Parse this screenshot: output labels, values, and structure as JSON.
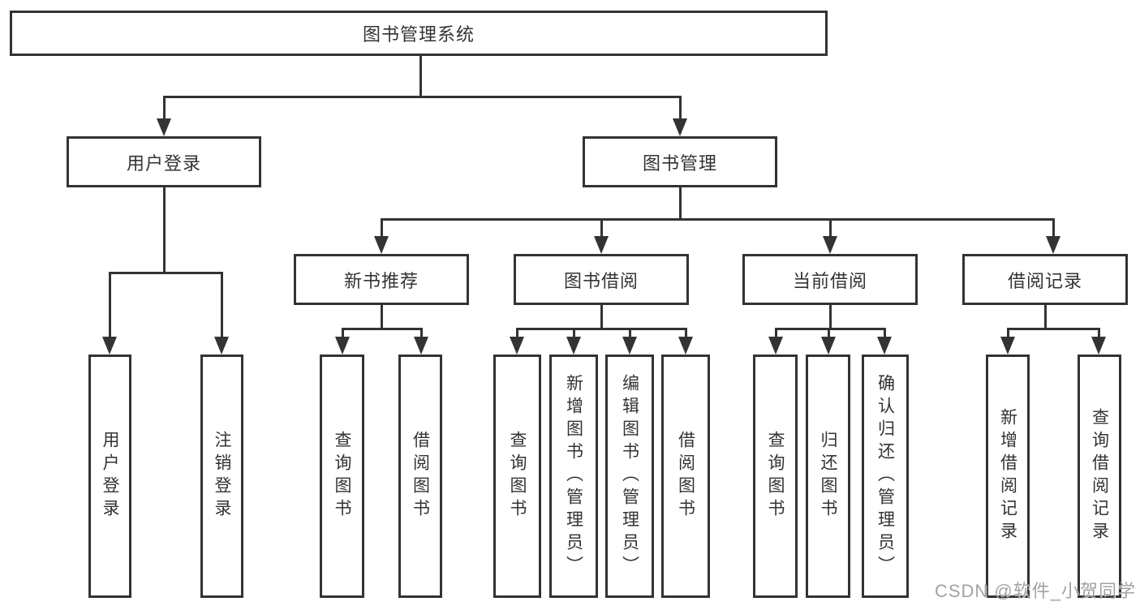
{
  "nodes": {
    "root": "图书管理系统",
    "user_login": "用户登录",
    "book_mgmt": "图书管理",
    "new_book_rec": "新书推荐",
    "book_borrow": "图书借阅",
    "current_borrow": "当前借阅",
    "borrow_record": "借阅记录",
    "user_login_leaf": "用户登录",
    "logout_leaf": "注销登录",
    "query_book_1": "查询图书",
    "borrow_book_1": "借阅图书",
    "query_book_2": "查询图书",
    "add_book": "新增图书（管理员）",
    "edit_book": "编辑图书（管理员）",
    "borrow_book_2": "借阅图书",
    "query_book_3": "查询图书",
    "return_book": "归还图书",
    "confirm_return": "确认归还（管理员）",
    "add_borrow_record": "新增借阅记录",
    "query_borrow_record": "查询借阅记录"
  },
  "watermark": "CSDN @软件_小贺同学",
  "colors": {
    "line": "#333333",
    "box_fill": "#ffffff",
    "text": "#333333",
    "watermark": "#9e9e9e"
  }
}
